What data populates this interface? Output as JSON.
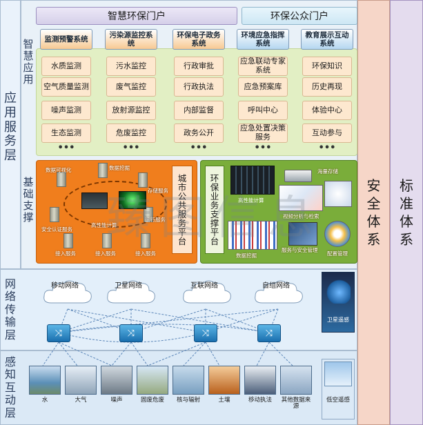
{
  "layers": {
    "app": {
      "chars": [
        "应",
        "用",
        "服",
        "务",
        "层"
      ]
    },
    "network": {
      "chars": [
        "网",
        "络",
        "传",
        "输",
        "层"
      ]
    },
    "sensing": {
      "chars": [
        "感",
        "知",
        "互",
        "动",
        "层"
      ]
    }
  },
  "app_section": {
    "chars": [
      "智",
      "慧",
      "应",
      "用"
    ]
  },
  "base_section": {
    "chars": [
      "基",
      "础",
      "支",
      "撑"
    ]
  },
  "right_columns": {
    "security": {
      "chars": [
        "安",
        "全",
        "体",
        "系"
      ]
    },
    "standard": {
      "chars": [
        "标",
        "准",
        "体",
        "系"
      ]
    }
  },
  "portals": {
    "smart": "智慧环保门户",
    "public": "环保公众门户"
  },
  "systems": [
    {
      "title": "监测预警系统",
      "items": [
        "水质监测",
        "空气质量监测",
        "噪声监测",
        "生态监测"
      ]
    },
    {
      "title": "污染源监控系统",
      "items": [
        "污水监控",
        "废气监控",
        "放射源监控",
        "危废监控"
      ]
    },
    {
      "title": "环保电子政务系统",
      "items": [
        "行政审批",
        "行政执法",
        "内部监督",
        "政务公开"
      ]
    },
    {
      "title": "环境应急指挥系统",
      "items": [
        "应急联动专家系统",
        "应急预案库",
        "呼叫中心",
        "应急处置决策服务"
      ]
    },
    {
      "title": "教育展示互动系统",
      "items": [
        "环保知识",
        "历史再现",
        "体验中心",
        "互动参与"
      ]
    }
  ],
  "dots": "•••",
  "city_platform": {
    "title_chars": [
      "城",
      "市",
      "公",
      "共",
      "服",
      "务",
      "平",
      "台"
    ],
    "labels": {
      "data_visual": "数据可视化",
      "data_exchange": "数据挖掘",
      "security_auth": "安全认证服务",
      "cloud": "高性能计算",
      "access_service": "接入服务",
      "access1": "接入服务",
      "access2": "接入服务",
      "service_a": "存储服务",
      "service_b": "运行服务"
    }
  },
  "env_platform": {
    "title_chars": [
      "环",
      "保",
      "业",
      "务",
      "支",
      "撑",
      "平",
      "台"
    ],
    "labels": {
      "hpc": "高性能计算",
      "mass_storage": "海量存储",
      "vis": "视频分析与检索",
      "data_mining": "数据挖掘",
      "service_mgmt": "服务与安全管理",
      "config_mgmt": "配置管理"
    }
  },
  "watermark": "臻图信息",
  "network_clouds": [
    {
      "label": "移动网络"
    },
    {
      "label": "卫星网络"
    },
    {
      "label": "互联网络"
    },
    {
      "label": "自组网络"
    }
  ],
  "satellite_label": "卫星遥感",
  "sensors": [
    {
      "label": "水"
    },
    {
      "label": "大气"
    },
    {
      "label": "噪声"
    },
    {
      "label": "固废危废"
    },
    {
      "label": "核与辐射"
    },
    {
      "label": "土壤"
    },
    {
      "label": "移动执法"
    },
    {
      "label": "其他数据来源"
    }
  ],
  "low_altitude_label": "低空遥感",
  "colors": {
    "portal_purple": "#ddd8ee",
    "portal_blue": "#d8eef8",
    "app_bg": "#e6f2c9",
    "orange_platform": "#f07e1d",
    "green_platform": "#7aad3a",
    "security_col": "#f6d6c8",
    "standard_col": "#e4dcee"
  }
}
